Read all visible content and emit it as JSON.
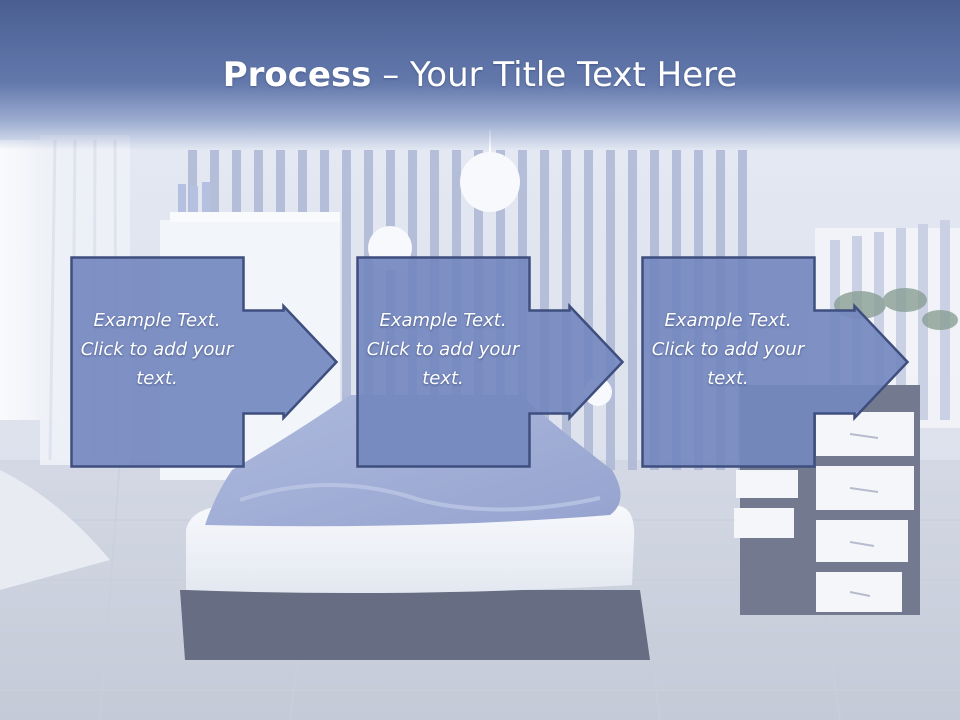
{
  "slide": {
    "title_strong": "Process",
    "title_rest": " – Your Title Text Here"
  },
  "steps": [
    {
      "text": "Example Text. Click  to add your text."
    },
    {
      "text": "Example Text. Click  to add your text."
    },
    {
      "text": "Example Text. Click  to add your text."
    }
  ],
  "colors": {
    "title_bar": "#4a5e92",
    "box_fill": "#7488bf",
    "box_border": "#3e4e7e",
    "text": "#ffffff"
  }
}
